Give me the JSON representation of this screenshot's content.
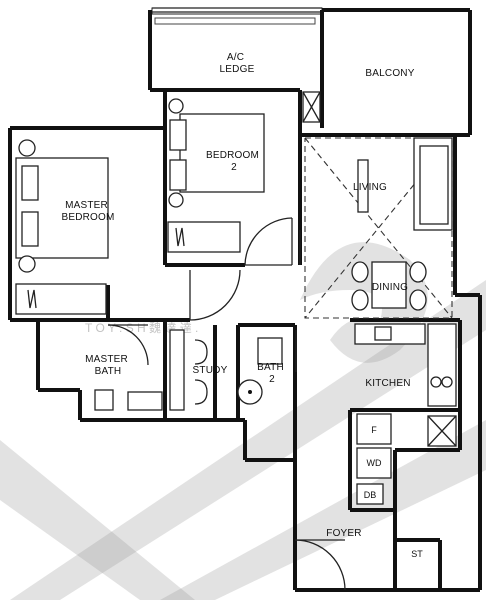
{
  "floor_plan": {
    "rooms": {
      "ac_ledge": "A/C\nLEDGE",
      "balcony": "BALCONY",
      "bedroom2": "BEDROOM\n2",
      "master_bedroom": "MASTER\nBEDROOM",
      "living": "LIVING",
      "dining": "DINING",
      "master_bath": "MASTER\nBATH",
      "study": "STUDY",
      "bath2": "BATH\n2",
      "kitchen": "KITCHEN",
      "fridge": "F",
      "washer_dryer": "WD",
      "db": "DB",
      "foyer": "FOYER",
      "store": "ST"
    },
    "watermark_text": "T O Y . S H   魏   達   達 ."
  }
}
